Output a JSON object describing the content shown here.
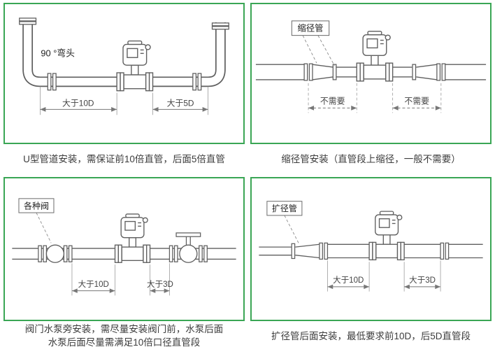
{
  "colors": {
    "accent": "#3aa655",
    "line": "#5f5f5f",
    "dim": "#777777",
    "text": "#3c3c3c"
  },
  "panels": {
    "p1": {
      "caption": "U型管道安装，需保证前10倍直管，后面5倍直管",
      "labels": {
        "elbow": "90 °弯头",
        "dim_left": "大于10D",
        "dim_right": "大于5D"
      }
    },
    "p2": {
      "caption": "缩径管安装（直管段上缩径，一般不需要）",
      "labels": {
        "part": "缩径管",
        "dim_left": "不需要",
        "dim_right": "不需要"
      }
    },
    "p3": {
      "caption_line1": "阀门水泵旁安装，需尽量安装阀门前，水泵后面",
      "caption_line2": "水泵后面尽量需满足10倍口径直管段",
      "labels": {
        "part": "各种阀",
        "dim_left": "大于10D",
        "dim_right": "大于3D"
      }
    },
    "p4": {
      "caption": "扩径管后面安装，最低要求前10D，后5D直管段",
      "labels": {
        "part": "扩径管",
        "dim_left": "大于10D",
        "dim_right": "大于3D"
      }
    }
  }
}
